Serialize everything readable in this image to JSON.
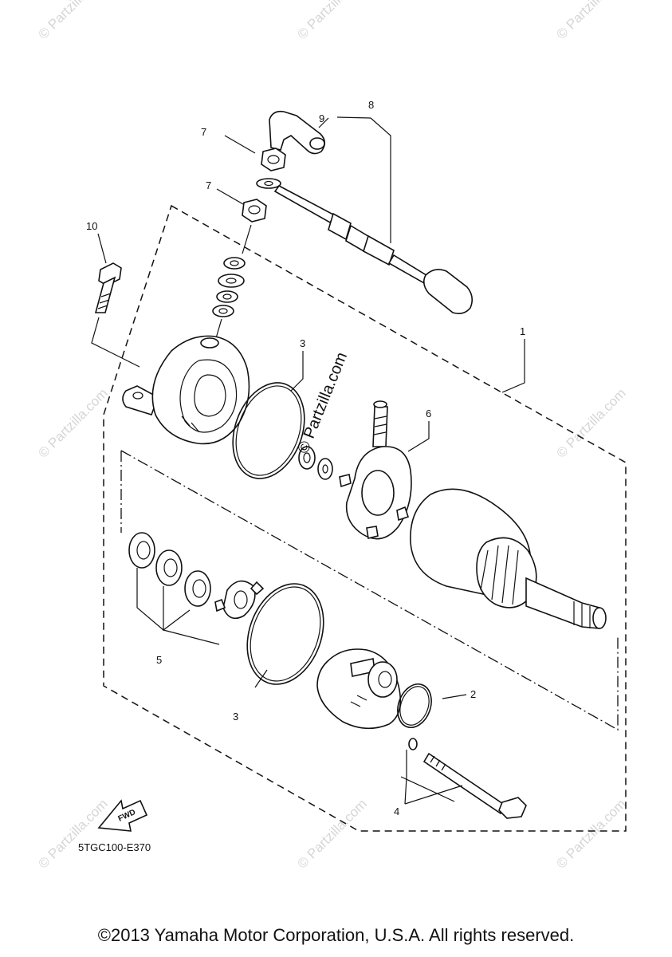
{
  "diagram_code": "5TGC100-E370",
  "copyright": "©2013 Yamaha Motor Corporation, U.S.A. All rights reserved.",
  "watermark": "© Partzilla.com",
  "center_watermark": "© Partzilla.com",
  "fwd_label": "FWD",
  "callouts": {
    "c1": "1",
    "c2": "2",
    "c3a": "3",
    "c3b": "3",
    "c4": "4",
    "c5": "5",
    "c6": "6",
    "c7a": "7",
    "c7b": "7",
    "c8": "8",
    "c9": "9",
    "c10": "10"
  }
}
